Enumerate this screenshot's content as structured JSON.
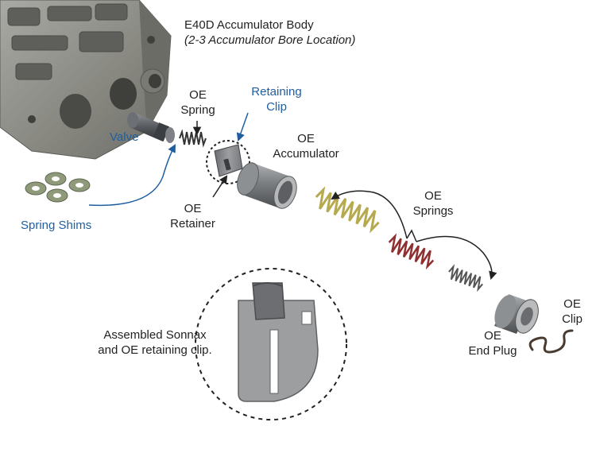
{
  "title": {
    "line1": "E40D Accumulator Body",
    "line2": "(2-3 Accumulator Bore Location)"
  },
  "labels": {
    "oe_spring": [
      "OE",
      "Spring"
    ],
    "retaining_clip": [
      "Retaining",
      "Clip"
    ],
    "valve": "Valve",
    "oe_accumulator": [
      "OE",
      "Accumulator"
    ],
    "oe_springs": [
      "OE",
      "Springs"
    ],
    "oe_retainer": [
      "OE",
      "Retainer"
    ],
    "spring_shims": "Spring Shims",
    "oe_end_plug": [
      "OE",
      "End Plug"
    ],
    "oe_clip": [
      "OE",
      "Clip"
    ],
    "assembled": [
      "Assembled Sonnax",
      "and OE retaining clip."
    ]
  },
  "colors": {
    "sonnax_blue": "#1f5fa0",
    "body_metal": "#8a8a87",
    "dark_metal": "#5b5d5f",
    "yellow_spring": "#b7a94e",
    "red_spring": "#8f2f2f",
    "gray_spring": "#555555",
    "shim_green": "#8f9a7a"
  }
}
